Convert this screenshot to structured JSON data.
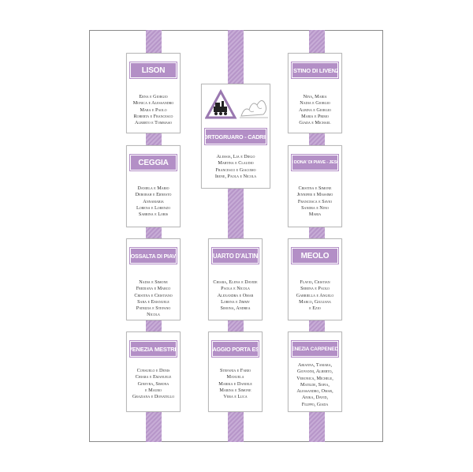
{
  "tables": [
    {
      "name": "LISON",
      "guests": [
        "Erna e Giorgio",
        "Monica e Alessandro",
        "Mara e Paolo",
        "Roberta e Francesco",
        "Alberto e Tommaso"
      ]
    },
    {
      "name": "S. STINO DI LIVENZA",
      "guests": [
        "Nina, Maria",
        "Nadia e Giorgio",
        "Albina e Giorgio",
        "Maria e Primo",
        "Giada e Michael"
      ]
    },
    {
      "name": "PORTOGRUARO - CADRILE",
      "guests": [
        "Alessia, Lia e Diego",
        "Martina e Claudio",
        "Francesco e Giacomo",
        "Irene, Paola e Nicola"
      ]
    },
    {
      "name": "CEGGIA",
      "guests": [
        "Daniela e Mario",
        "Deborah e Ernesto",
        "Annamaria",
        "Lorena e Lorenzo",
        "Sabrina e Loris"
      ]
    },
    {
      "name": "SAN DONA' DI PIAVE - JESOLO",
      "guests": [
        "Cristina e Simone",
        "Jennifer e Massimo",
        "Francesca e Savio",
        "Sandra e Nino",
        "Maria"
      ]
    },
    {
      "name": "FOSSALTA DI PIAVE",
      "guests": [
        "Nadia e Simone",
        "Frediana e Marco",
        "Cristina e Cristiano",
        "Sara e Emanuele",
        "Patrizia e Stefano",
        "Nicola"
      ]
    },
    {
      "name": "QUARTO D'ALTINO",
      "guests": [
        "Chiara, Elena e Davide",
        "Paola e Nicola",
        "Alexandra e Omar",
        "Lorena e Jimmy",
        "Simona, Andrea"
      ]
    },
    {
      "name": "MEOLO",
      "guests": [
        "Flavio, Cristian",
        "Serena e Paolo",
        "Gabriella e Angelo",
        "Marco, Giuliana",
        "e Ezio"
      ]
    },
    {
      "name": "VENEZIA MESTRE",
      "guests": [
        "Consuelo e Denis",
        "Chiara e Emanuele",
        "Ginevra, Simona",
        "e Mauro",
        "Graziana e Donatello"
      ]
    },
    {
      "name": "GAGGIO PORTA EST",
      "guests": [
        "Stefania e Fabio",
        "Manuela",
        "Marika e Daniele",
        "Marina e Simone",
        "Vera e Luca"
      ]
    },
    {
      "name": "VENEZIA CARPENEDO",
      "guests": [
        "Arianna, Tamara,",
        "Giovanni, Alberto,",
        "Veronica, Michele,",
        "Matilde, Sofia,",
        "Alessandro, Omar,",
        "Anika, David,",
        "Filippo, Giada"
      ]
    }
  ],
  "colors": {
    "ribbon": "#b796c9",
    "banner": "#b38fc6"
  }
}
